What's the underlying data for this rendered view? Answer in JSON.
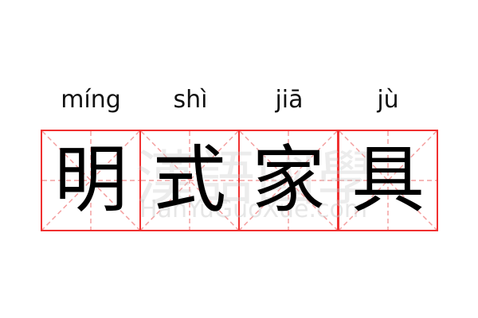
{
  "pinyin": [
    "míng",
    "shì",
    "jiā",
    "jù"
  ],
  "characters": [
    "明",
    "式",
    "家",
    "具"
  ],
  "watermark": {
    "chinese": "漢語國學",
    "latin": "HanYuGuoXue.com"
  },
  "colors": {
    "grid_border": "#f03030",
    "guide_lines": "#f4a0a0"
  }
}
